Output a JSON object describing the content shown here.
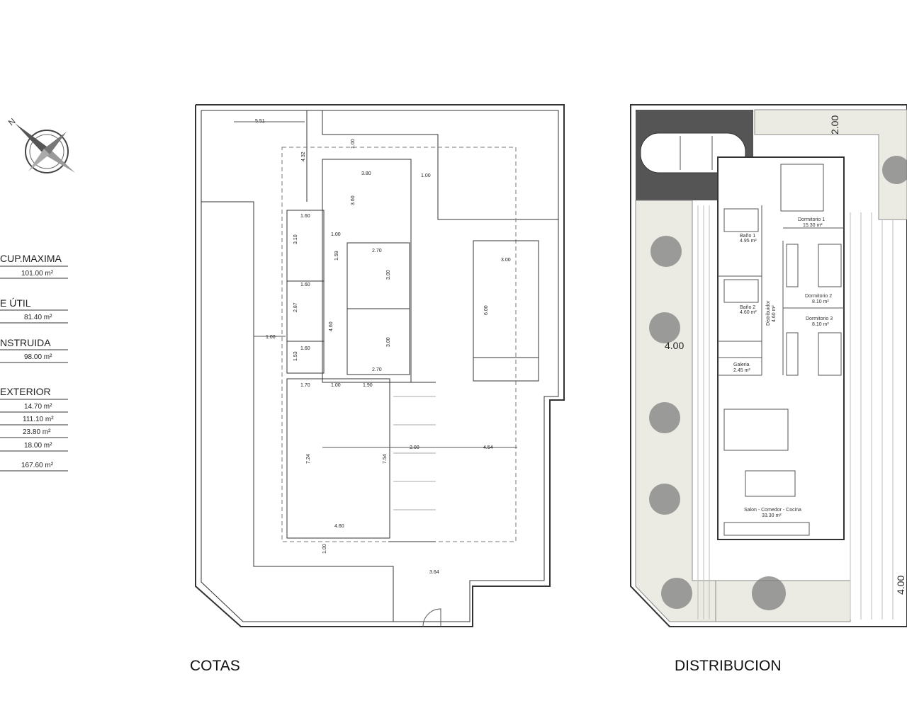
{
  "summary_table": {
    "sections": [
      {
        "heading": "CUP.MAXIMA",
        "values": [
          "101.00 m²"
        ]
      },
      {
        "heading": "E ÚTIL",
        "values": [
          "81.40 m²"
        ]
      },
      {
        "heading": "NSTRUIDA",
        "values": [
          "98.00 m²"
        ]
      },
      {
        "heading": "EXTERIOR",
        "values": [
          "14.70 m²",
          "111.10 m²",
          "23.80 m²",
          "18.00 m²",
          "167.60 m²"
        ]
      }
    ]
  },
  "compass": {
    "icon": "north-arrow-icon",
    "label": "N"
  },
  "cotas": {
    "title": "COTAS",
    "dimensions": [
      "5.51",
      "4.32",
      "1.00",
      "3.80",
      "3.60",
      "1.00",
      "1.60",
      "3.10",
      "1.00",
      "1.59",
      "2.70",
      "3.00",
      "1.60",
      "2.87",
      "4.60",
      "1.00",
      "1.60",
      "1.53",
      "3.00",
      "2.70",
      "3.00",
      "6.00",
      "1.70",
      "1.00",
      "1.90",
      "7.24",
      "7.54",
      "2.00",
      "4.54",
      "4.60",
      "1.00",
      "3.64"
    ]
  },
  "distribucion": {
    "title": "DISTRIBUCION",
    "dimensions": [
      "2.00",
      "4.00",
      "4.00"
    ],
    "rooms": [
      {
        "name": "Dormitorio 1",
        "area": "15.30 m²"
      },
      {
        "name": "Baño 1",
        "area": "4.95 m²"
      },
      {
        "name": "Baño 2",
        "area": "4.60 m²"
      },
      {
        "name": "Distribuidor",
        "area": "4.60 m²"
      },
      {
        "name": "Dormitorio 2",
        "area": "8.10 m²"
      },
      {
        "name": "Dormitorio 3",
        "area": "8.10 m²"
      },
      {
        "name": "Galeria",
        "area": "2.45 m²"
      },
      {
        "name": "Salon - Comedor - Cocina",
        "area": "33.30 m²"
      }
    ]
  }
}
